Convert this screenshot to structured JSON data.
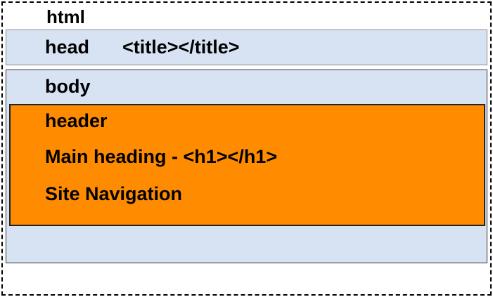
{
  "diagram": {
    "html_label": "html",
    "head_label": "head",
    "head_child": "<title></title>",
    "body_label": "body",
    "header_label": "header",
    "header_items": [
      "Main heading - <h1></h1>",
      "Site Navigation"
    ]
  },
  "colors": {
    "head_fill": "#d7e2f3",
    "body_fill": "#d7e2f3",
    "header_fill": "#ff8c00",
    "outer_border": "#000000"
  }
}
